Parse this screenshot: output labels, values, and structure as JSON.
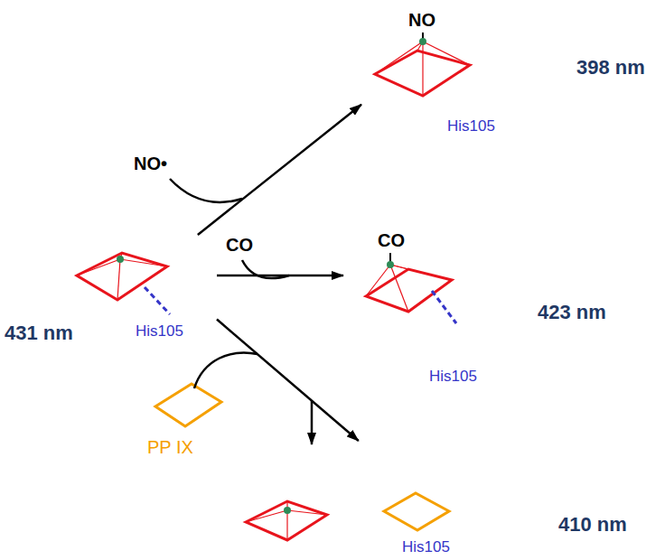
{
  "diagram": {
    "nodes": [
      {
        "text": [
          "NO",
          "His105"
        ]
      },
      {
        "text": [
          "CO",
          "His105"
        ]
      },
      {
        "text": [
          "His105"
        ]
      },
      {
        "text": [
          "His105"
        ]
      }
    ],
    "edges": [
      {
        "from": 2,
        "to": 0,
        "arrow": "to"
      },
      {
        "from": 2,
        "to": 1,
        "arrow": "to"
      },
      {
        "from": 2,
        "to": 3,
        "arrow": "to"
      }
    ],
    "labels": [
      "NO•",
      "398 nm",
      "CO",
      "423 nm",
      "431 nm",
      "PP IX",
      "410 nm"
    ]
  }
}
